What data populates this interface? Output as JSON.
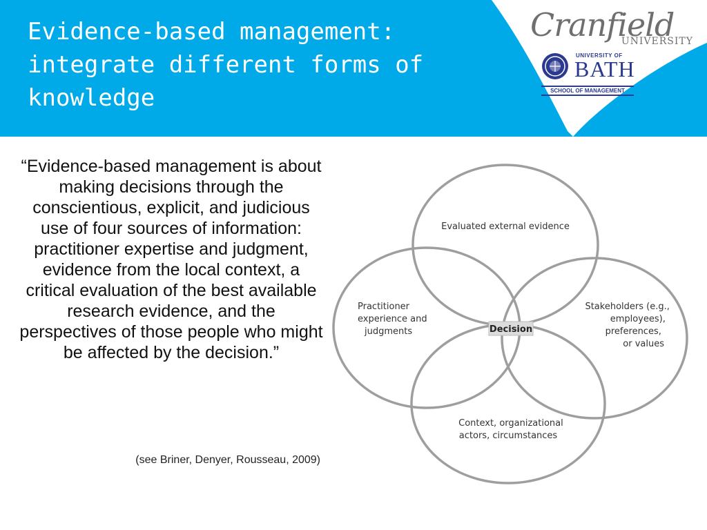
{
  "slide": {
    "title": "Evidence-based management: integrate different forms of knowledge",
    "quote": "“Evidence-based management is about making decisions through the conscientious, explicit, and judicious use of four sources of information: practitioner expertise and judgment, evidence from the local context, a critical evaluation of the best available research evidence, and the perspectives of those people who might be affected by the decision.”",
    "citation": "(see Briner, Denyer, Rousseau, 2009)"
  },
  "logos": {
    "cranfield": {
      "name": "Cranfield",
      "sub": "UNIVERSITY"
    },
    "bath": {
      "university_of": "UNIVERSITY OF",
      "name": "BATH",
      "school": "SCHOOL OF MANAGEMENT"
    }
  },
  "diagram": {
    "circles": {
      "top": [
        "Evaluated external evidence"
      ],
      "left": [
        "Practitioner",
        "experience and",
        "judgments"
      ],
      "right": [
        "Stakeholders (e.g.,",
        "employees),",
        "preferences,",
        "or values"
      ],
      "bottom": [
        "Context, organizational",
        "actors, circumstances"
      ]
    },
    "center": "Decision"
  },
  "colors": {
    "header": "#00a9e8",
    "title": "#ffffff",
    "circle_stroke": "#9e9e9e",
    "bath_blue": "#2b3990"
  }
}
